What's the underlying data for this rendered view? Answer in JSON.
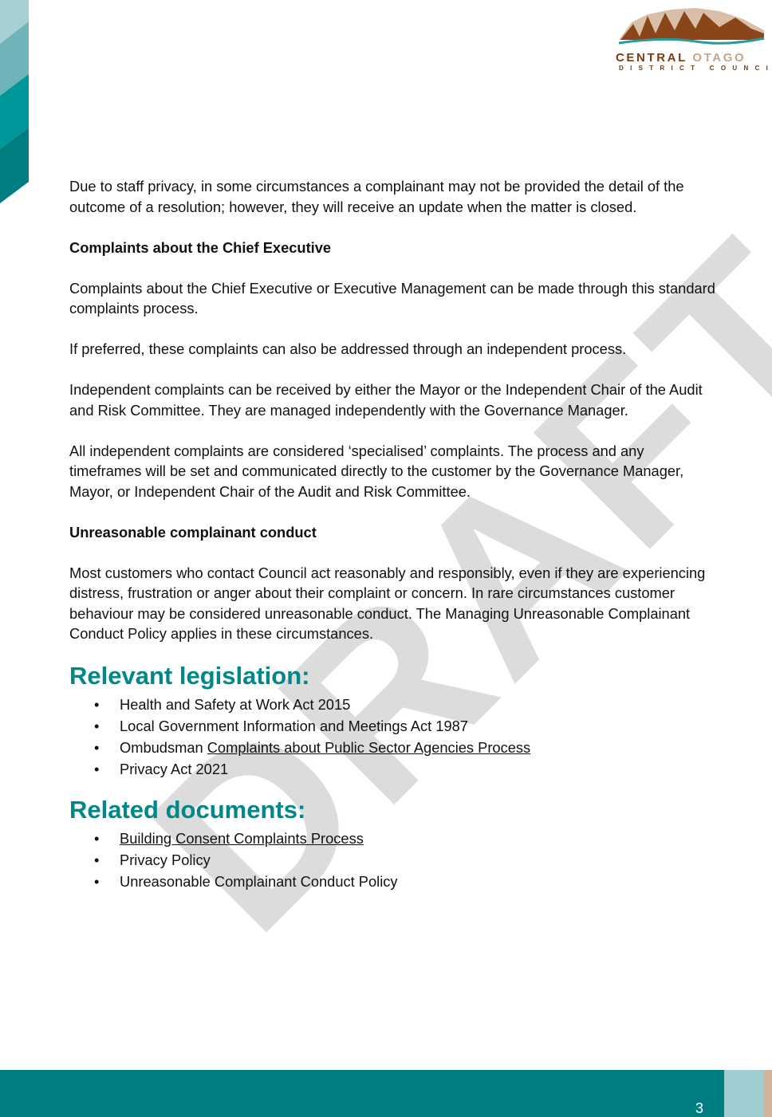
{
  "logo": {
    "line1a": "CENTRAL",
    "line1b": "OTAGO",
    "line2": "DISTRICT COUNCIL"
  },
  "watermark": "DRAFT",
  "paragraphs": {
    "p1": "Due to staff privacy, in some circumstances a complainant may not be provided the detail of the outcome of a resolution; however, they will receive an update when the matter is closed.",
    "h_chief": "Complaints about the Chief Executive",
    "p2": "Complaints about the Chief Executive or Executive Management can be made through this standard complaints process.",
    "p3": "If preferred, these complaints can also be addressed through an independent process.",
    "p4": "Independent complaints can be received by either the Mayor or the Independent Chair of the Audit and Risk Committee. They are managed independently with the Governance Manager.",
    "p5": "All independent complaints are considered ‘specialised’ complaints. The process and any timeframes will be set and communicated directly to the customer by the Governance Manager, Mayor, or Independent Chair of the Audit and Risk Committee.",
    "h_unreasonable": "Unreasonable complainant conduct",
    "p6": "Most customers who contact Council act reasonably and responsibly, even if they are experiencing distress, frustration or anger about their complaint or concern. In rare circumstances customer behaviour may be considered unreasonable conduct. The Managing Unreasonable Complainant Conduct Policy applies in these circumstances."
  },
  "legislation": {
    "heading": "Relevant legislation:",
    "items": [
      "Health and Safety at Work Act 2015",
      "Local Government Information and Meetings Act 1987",
      "Privacy Act 2021"
    ],
    "ombudsman_prefix": "Ombudsman ",
    "ombudsman_link": "Complaints about Public Sector Agencies Process"
  },
  "related": {
    "heading": "Related documents:",
    "link": "Building Consent Complaints Process",
    "items": [
      "Privacy Policy",
      "Unreasonable Complainant Conduct Policy"
    ]
  },
  "footer": {
    "page": "3"
  }
}
